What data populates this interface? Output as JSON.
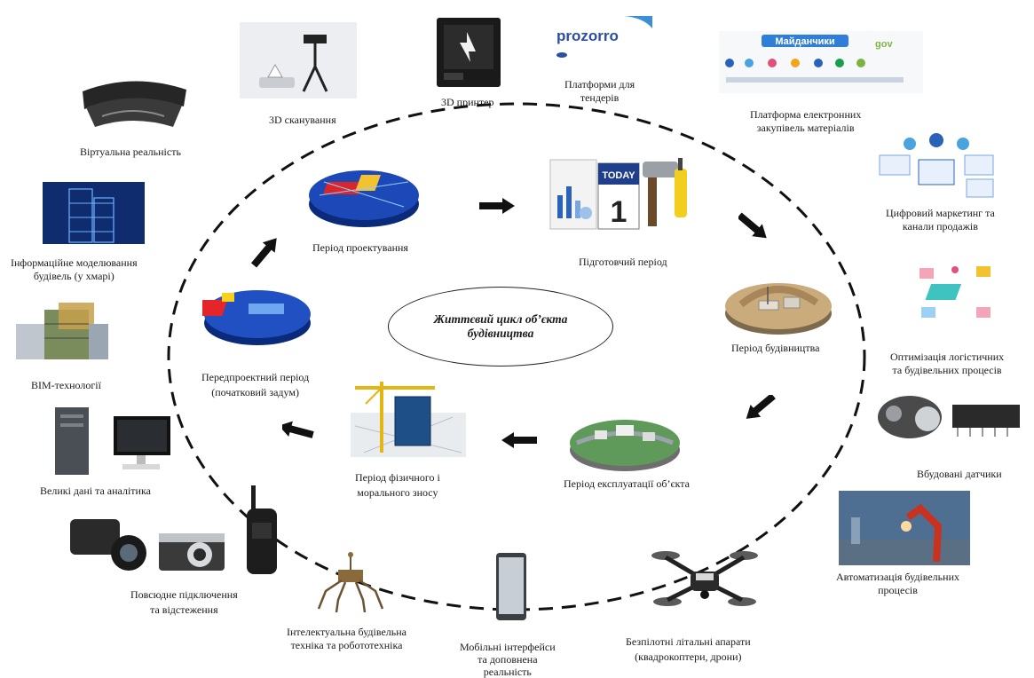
{
  "center": {
    "line1": "Життєвий цикл об’єкта",
    "line2": "будівництва"
  },
  "stages": {
    "design": "Період проектування",
    "prep": "Підготовчий період",
    "construction": "Період будівництва",
    "operation": "Період експлуатації об’єкта",
    "wear": {
      "line1": "Період фізичного і",
      "line2": "морального зносу"
    },
    "predesign": {
      "line1": "Передпроектний період",
      "line2": "(початковий задум)"
    }
  },
  "technologies": {
    "vr": "Віртуальна реальність",
    "scan3d": "3D сканування",
    "printer3d": "3D принтер",
    "tenders": {
      "line1": "Платформи для",
      "line2": "тендерів",
      "logo": "prozorro"
    },
    "procurement": {
      "line1": "Платформа електронних",
      "line2": "закупівель матеріалів",
      "banner": "Майданчики",
      "logo": "gov"
    },
    "marketing": {
      "line1": "Цифровий маркетинг та",
      "line2": "канали продажів"
    },
    "logistics": {
      "line1": "Оптимізація логістичних",
      "line2": "та будівельних процесів"
    },
    "sensors": "Вбудовані датчики",
    "automation": {
      "line1": "Автоматизація будівельних",
      "line2": "процесів"
    },
    "drones": {
      "line1": "Безпілотні літальні апарати",
      "line2": "(квадрокоптери, дрони)"
    },
    "mobile": {
      "line1": "Мобільні інтерфейси",
      "line2": "та доповнена",
      "line3": "реальність"
    },
    "robotics": {
      "line1": "Інтелектуальна будівельна",
      "line2": "техніка  та робототехніка"
    },
    "tracking": {
      "line1": "Повсюдне підключення",
      "line2": "та відстеження"
    },
    "bigdata": "Великі дані та аналітика",
    "bim": "BIM-технології",
    "cloud": {
      "line1": "Інформаційне моделювання",
      "line2": "будівель  (у хмарі)"
    }
  },
  "calendar": {
    "word": "TODAY",
    "day": "1"
  },
  "colors": {
    "ring": "#111111",
    "arrow": "#111111",
    "stage_blue": "#1d49b8",
    "logo_blue": "#2b4fa3",
    "banner_blue": "#2f7fd8"
  }
}
